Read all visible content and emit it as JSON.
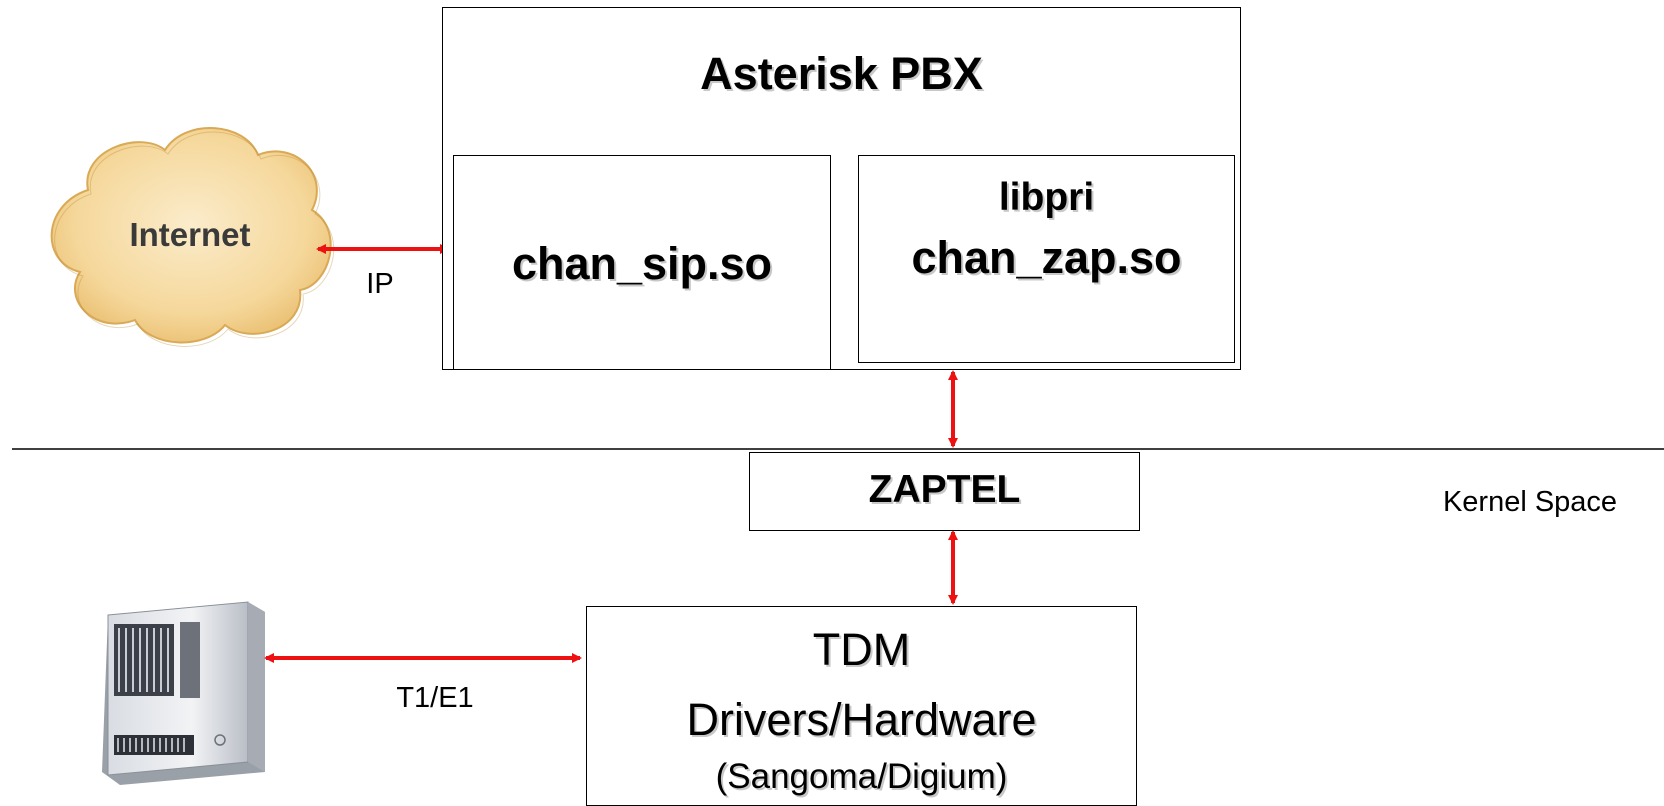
{
  "diagram": {
    "pbx": {
      "title": "Asterisk PBX"
    },
    "chan_sip": {
      "label": "chan_sip.so"
    },
    "chan_zap": {
      "line1": "libpri",
      "line2": "chan_zap.so"
    },
    "zaptel": {
      "label": "ZAPTEL"
    },
    "tdm": {
      "line1": "TDM",
      "line2": "Drivers/Hardware",
      "line3": "(Sangoma/Digium)"
    },
    "internet": {
      "label": "Internet"
    },
    "links": {
      "ip": "IP",
      "t1e1": "T1/E1"
    },
    "kernel_space": "Kernel Space"
  },
  "colors": {
    "arrow": "#ee1111",
    "cloud_fill": "#f7dfa6",
    "cloud_edge": "#e3b768"
  }
}
